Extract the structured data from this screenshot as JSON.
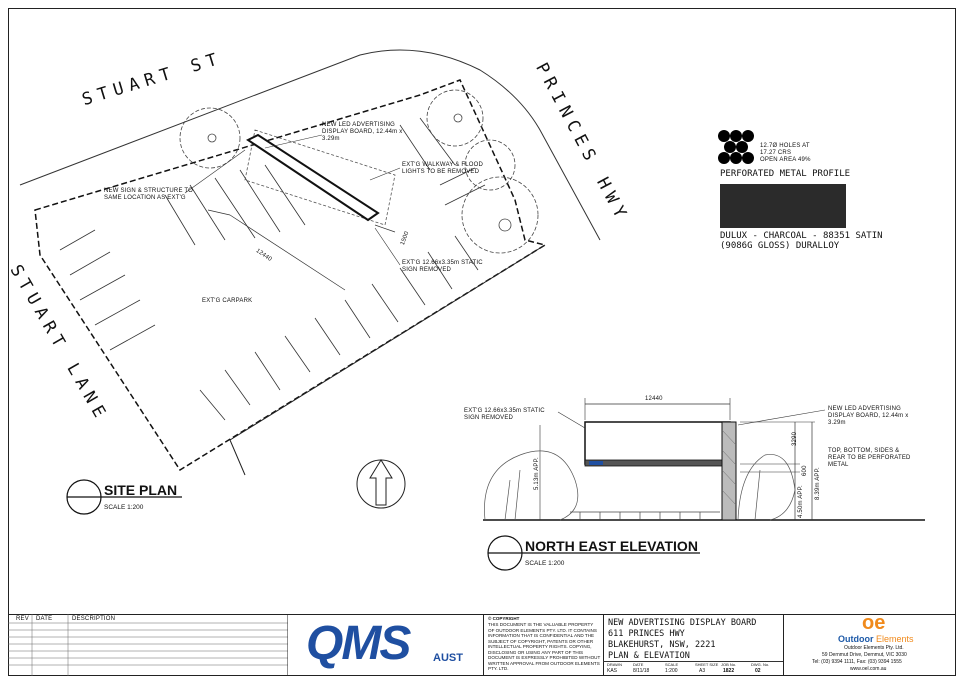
{
  "streets": {
    "stuart_st": "STUART ST",
    "princes_hwy": "PRINCES HWY",
    "stuart_lane": "STUART LANE"
  },
  "site_plan": {
    "title": "SITE PLAN",
    "scale": "SCALE 1:200",
    "notes": {
      "new_board": "NEW LED ADVERTISING\nDISPLAY BOARD, 12.44m x\n3.29m",
      "new_sign": "NEW SIGN & STRUCTURE TO\nSAME LOCATION AS EXT'G",
      "walkway": "EXT'G WALKWAY & FLOOD\nLIGHTS TO BE REMOVED",
      "static_sign": "EXT'G 12.66x3.35m STATIC\nSIGN REMOVED",
      "carpark": "EXT'G CARPARK"
    },
    "dims": {
      "length": "12440",
      "offset": "1500"
    }
  },
  "elevation": {
    "title": "NORTH EAST ELEVATION",
    "scale": "SCALE 1:200",
    "dims": {
      "width": "12440",
      "board_h": "3290",
      "gap": "600",
      "pole": "4.50m APP.",
      "total": "8.39m APP.",
      "left": "5.13m APP."
    },
    "notes": {
      "static_removed": "EXT'G 12.66x3.35m STATIC\nSIGN REMOVED",
      "new_board": "NEW LED ADVERTISING\nDISPLAY BOARD, 12.44m x\n3.29m",
      "perforated": "TOP, BOTTOM, SIDES &\nREAR TO BE PERFORATED\nMETAL"
    }
  },
  "profile": {
    "holes": "12.7Ø HOLES AT\n17.27 CRS\nOPEN AREA 49%",
    "title": "PERFORATED METAL PROFILE",
    "finish": "DULUX - CHARCOAL - 88351 SATIN\n(9086G GLOSS) DURALLOY",
    "swatch_color": "#2b2b2b"
  },
  "title_block": {
    "rev_header": {
      "rev": "REV",
      "date": "DATE",
      "description": "DESCRIPTION"
    },
    "copyright_head": "© COPYRIGHT",
    "copyright": "THIS DOCUMENT IS THE VALUABLE PROPERTY\nOF OUTDOOR ELEMENTS PTY. LTD. IT CONTAINS\nINFORMATION THAT IS CONFIDENTIAL AND THE\nSUBJECT OF COPYRIGHT, PATENTS OR OTHER\nINTELLECTUAL PROPERTY RIGHTS. COPYING,\nDISCLOSING OR USING ANY PART OF THIS\nDOCUMENT IS EXPRESSLY PROHIBITED WITHOUT\nWRITTEN APPROVAL FROM OUTDOOR ELEMENTS\nPTY. LTD.",
    "project": "NEW ADVERTISING DISPLAY BOARD\n611 PRINCES HWY\nBLAKEHURST, NSW, 2221\nPLAN & ELEVATION",
    "fields": {
      "drawn_label": "DRAWN",
      "drawn": "KAS",
      "date_label": "DATE",
      "date": "8/11/18",
      "scale_label": "SCALE",
      "scale": "1:200",
      "sheet_label": "SHEET SIZE",
      "sheet": "A3",
      "job_label": "JOB No.",
      "job": "1822",
      "dwg_label": "DWG. No.",
      "dwg": "02"
    },
    "qms_logo": "QMS",
    "qms_sub": "AUST",
    "oe_logo_text": "oe",
    "oe_brand_a": "Outdoor",
    "oe_brand_b": "Elements",
    "oe_company": "Outdoor Elements Pty. Ltd.",
    "oe_address": "59 Dernmut Drive, Dernmut, VIC 3030",
    "oe_phone": "Tel: (03) 9394 1111, Fax: (03) 9394 1555",
    "oe_web": "www.oel.com.au",
    "colors": {
      "qms_blue": "#1f4fa1",
      "oe_orange": "#f08a1c",
      "oe_blue": "#1e5aa8"
    }
  }
}
